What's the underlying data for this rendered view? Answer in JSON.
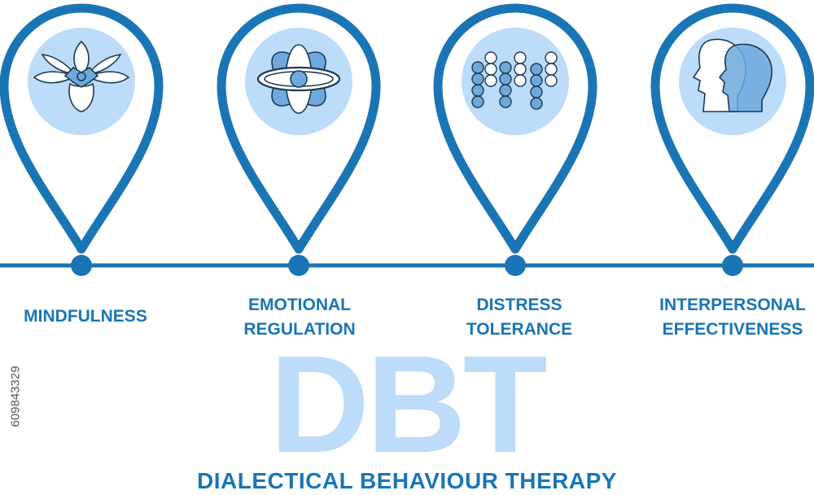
{
  "steps": [
    {
      "lines": [
        "MINDFULNESS"
      ],
      "icon": "lotus-flower-icon"
    },
    {
      "lines": [
        "EMOTIONAL",
        "REGULATION"
      ],
      "icon": "atom-icon"
    },
    {
      "lines": [
        "DISTRESS",
        "TOLERANCE"
      ],
      "icon": "bead-chain-icon"
    },
    {
      "lines": [
        "INTERPERSONAL",
        "EFFECTIVENESS"
      ],
      "icon": "two-heads-profile-icon"
    }
  ],
  "acronym": "DBT",
  "full_name": "DIALECTICAL BEHAVIOUR THERAPY",
  "stock_id": "609843329",
  "colors": {
    "primary": "#1a75b5",
    "light": "#bcdcfa",
    "mid": "#6fa8dc",
    "dark_stroke": "#1b3a52"
  }
}
